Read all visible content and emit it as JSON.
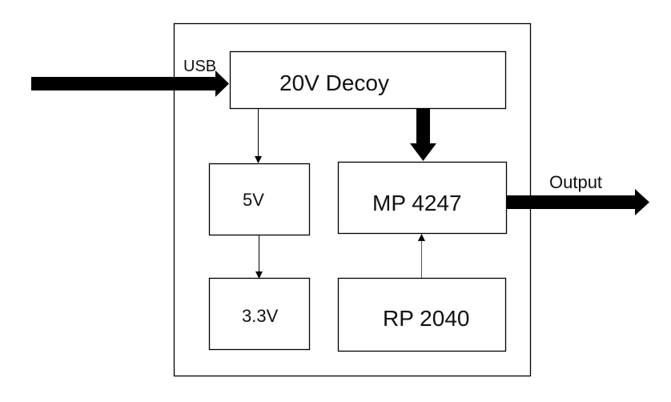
{
  "diagram": {
    "type": "block-diagram",
    "colors": {
      "stroke": "#000000",
      "text": "#111111",
      "background": "#ffffff"
    },
    "labels": {
      "input": "USB",
      "output": "Output"
    },
    "blocks": {
      "decoy": "20V Decoy",
      "v5": "5V",
      "v33": "3.3V",
      "mp": "MP 4247",
      "rp": "RP 2040"
    },
    "connections": [
      {
        "from": "USB",
        "to": "20V Decoy",
        "style": "thick"
      },
      {
        "from": "20V Decoy",
        "to": "5V",
        "style": "thin"
      },
      {
        "from": "5V",
        "to": "3.3V",
        "style": "thin"
      },
      {
        "from": "20V Decoy",
        "to": "MP 4247",
        "style": "thick"
      },
      {
        "from": "RP 2040",
        "to": "MP 4247",
        "style": "thin"
      },
      {
        "from": "MP 4247",
        "to": "Output",
        "style": "thick"
      }
    ]
  }
}
